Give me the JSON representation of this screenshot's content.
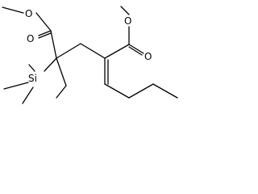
{
  "atoms": {
    "o_methoxy_left": "O",
    "o_carbonyl_left": "O",
    "o_methoxy_right": "O",
    "o_carbonyl_right": "O",
    "silicon": "Si"
  },
  "colors": {
    "bond": "#000000",
    "background": "#ffffff"
  }
}
